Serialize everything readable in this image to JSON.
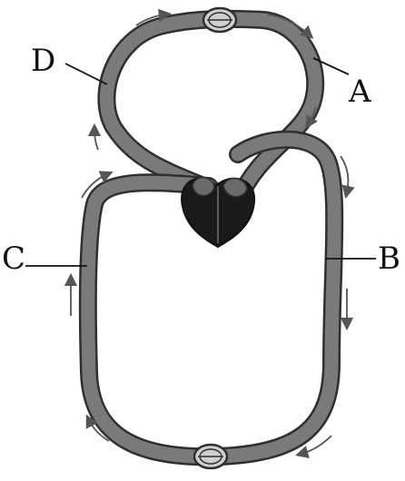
{
  "labels": {
    "a": "A",
    "b": "B",
    "c": "C",
    "d": "D"
  },
  "colors": {
    "vessel": "#6f6f6f",
    "vessel_outline": "#2f2f2f",
    "heart_dark": "#1a1a1a",
    "heart_mid": "#5a5a5a",
    "arrow": "#555555",
    "leader": "#111111",
    "background": "#ffffff"
  },
  "icons": {
    "capillary_top": "capillary-bed-icon",
    "capillary_bottom": "capillary-bed-icon",
    "heart": "heart-icon"
  }
}
